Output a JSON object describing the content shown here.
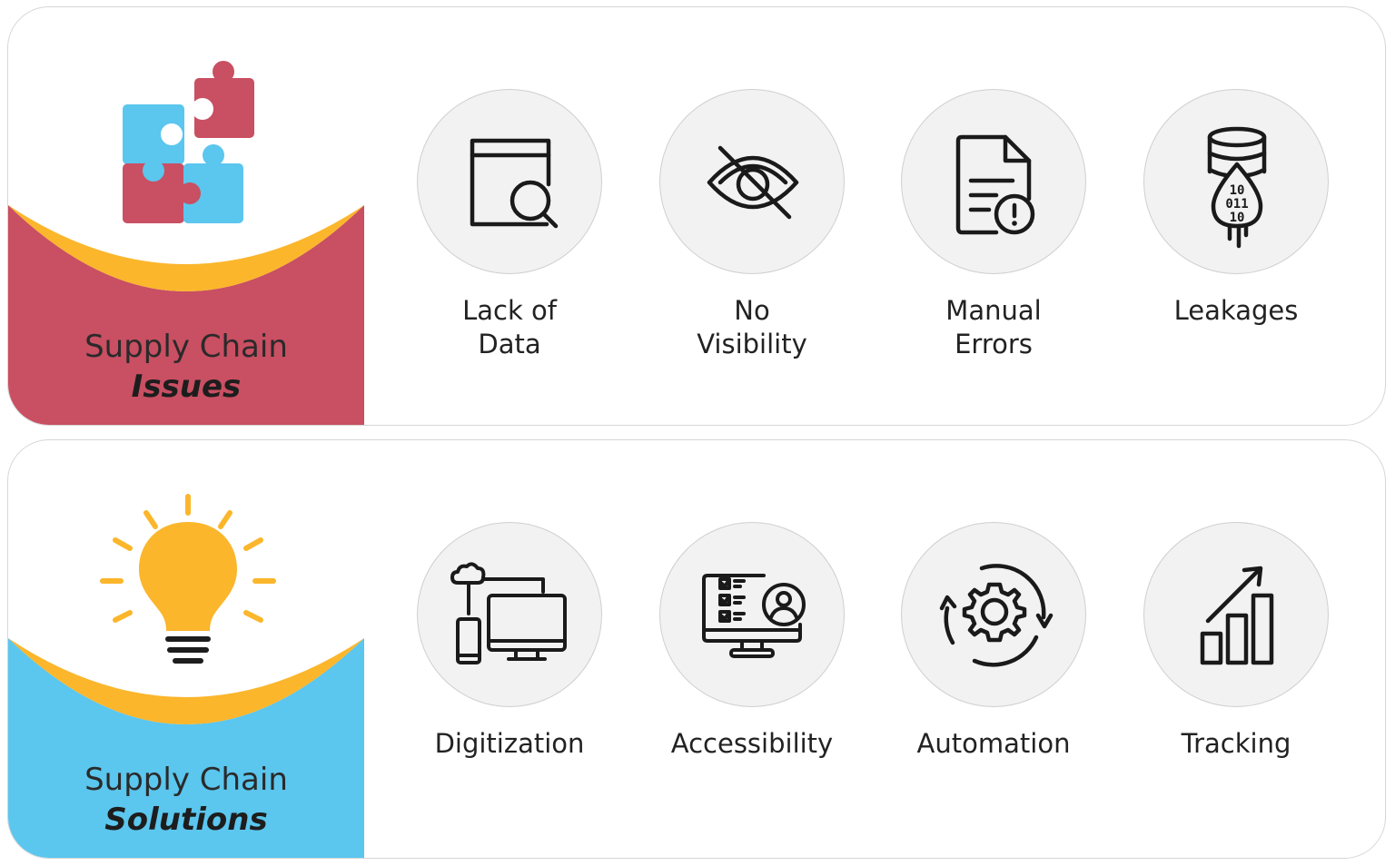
{
  "issues": {
    "title_line1": "Supply Chain",
    "title_line2": "Issues",
    "accent_color": "#c94f62",
    "arc_color": "#fbb62c",
    "icon": "puzzle-icon",
    "items": [
      {
        "label": "Lack of\nData",
        "icon": "data-search-icon"
      },
      {
        "label": "No\nVisibility",
        "icon": "eye-off-icon"
      },
      {
        "label": "Manual\nErrors",
        "icon": "document-error-icon"
      },
      {
        "label": "Leakages",
        "icon": "data-leak-icon",
        "icon_text": [
          "10",
          "011",
          "10"
        ]
      }
    ]
  },
  "solutions": {
    "title_line1": "Supply Chain",
    "title_line2": "Solutions",
    "accent_color": "#5bc6ee",
    "arc_color": "#fbb62c",
    "icon": "lightbulb-icon",
    "items": [
      {
        "label": "Digitization",
        "icon": "devices-cloud-icon"
      },
      {
        "label": "Accessibility",
        "icon": "monitor-checklist-user-icon"
      },
      {
        "label": "Automation",
        "icon": "gear-cycle-icon"
      },
      {
        "label": "Tracking",
        "icon": "growth-chart-icon"
      }
    ]
  }
}
